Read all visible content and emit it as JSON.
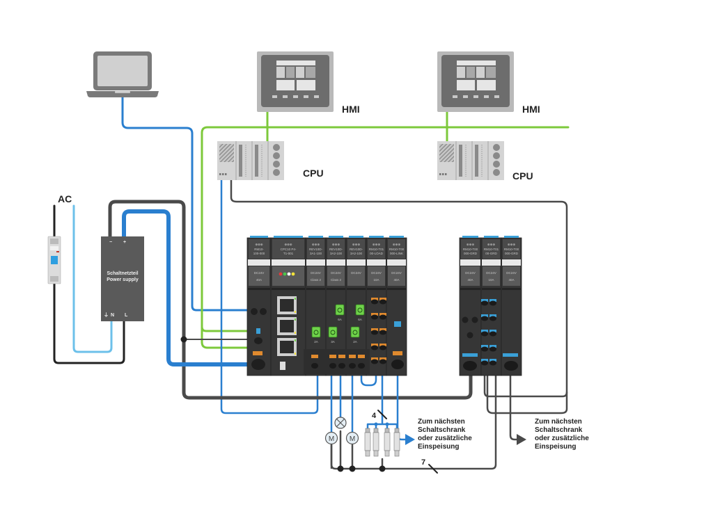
{
  "colors": {
    "ethernet_blue": "#2a7fcf",
    "profinet_green": "#7dc93b",
    "power_dark": "#4a4a4a",
    "ground_black": "#222222",
    "ac_light_blue": "#6cc0ea",
    "module_body": "#3a3a3a",
    "device_gray": "#8a8a8a",
    "device_light": "#d6d6d6",
    "connector_orange": "#e08a2e",
    "connector_blue": "#3aa0d8",
    "led_green": "#6fd34a"
  },
  "labels": {
    "hmi_1": "HMI",
    "hmi_2": "HMI",
    "cpu_1": "CPU",
    "cpu_2": "CPU",
    "ac": "AC",
    "psu_line1": "Schaltnetzteil",
    "psu_line2": "Power supply",
    "psu_minus": "−",
    "psu_plus": "+",
    "psu_pe": "⏚",
    "psu_n": "N",
    "psu_l": "L",
    "bus_count_4": "4",
    "bus_count_7": "7",
    "motor_1": "M",
    "motor_2": "M",
    "next_cabinet_1": [
      "Zum nächsten",
      "Schaltschrank",
      "oder zusätzliche",
      "Einspeisung"
    ],
    "next_cabinet_2": [
      "Zum nächsten",
      "Schaltschrank",
      "oder zusätzliche",
      "Einspeisung"
    ]
  },
  "modules_left": [
    {
      "brand": "⊕⊕⊕",
      "model": [
        "RM10-",
        "100-000"
      ],
      "rating": [
        "DC24V",
        "40A"
      ]
    },
    {
      "brand": "⊕⊕⊕",
      "model": [
        "CPC10 P4-",
        "T1-001"
      ],
      "rating": [
        "",
        ""
      ]
    },
    {
      "brand": "⊕⊕⊕",
      "model": [
        "REV10D-",
        "3A1-100"
      ],
      "rating": [
        "DC24V",
        "Class 2"
      ]
    },
    {
      "brand": "⊕⊕⊕",
      "model": [
        "REV10D-",
        "3A2-100"
      ],
      "rating": [
        "DC24V",
        "Class 2"
      ]
    },
    {
      "brand": "⊕⊕⊕",
      "model": [
        "REV10D-",
        "3A2-100"
      ],
      "rating": [
        "DC24V",
        ""
      ]
    },
    {
      "brand": "⊕⊕⊕",
      "model": [
        "RM10-T01",
        "00-LOAD"
      ],
      "rating": [
        "DC24V",
        "10A"
      ]
    },
    {
      "brand": "⊕⊕⊕",
      "model": [
        "RM10-T00",
        "000-LINK"
      ],
      "rating": [
        "DC24V",
        "40A"
      ]
    }
  ],
  "modules_right": [
    {
      "brand": "⊕⊕⊕",
      "model": [
        "RM10-T00",
        "000-GRD"
      ],
      "rating": [
        "DC24V",
        "40A"
      ]
    },
    {
      "brand": "⊕⊕⊕",
      "model": [
        "RM10-T01",
        "00-GRD"
      ],
      "rating": [
        "DC24V",
        "10A"
      ]
    },
    {
      "brand": "⊕⊕⊕",
      "model": [
        "RM10-T00",
        "000-GRD"
      ],
      "rating": [
        "DC24V",
        "40A"
      ]
    }
  ],
  "channel_buttons": [
    {
      "label": "2A"
    },
    {
      "label": "3A"
    },
    {
      "label": "6A"
    },
    {
      "label": "2A"
    },
    {
      "label": "6A"
    }
  ],
  "cpu_leds": [
    "#e5393b",
    "#4cc34a",
    "#ffffff",
    "#f2e23a"
  ]
}
